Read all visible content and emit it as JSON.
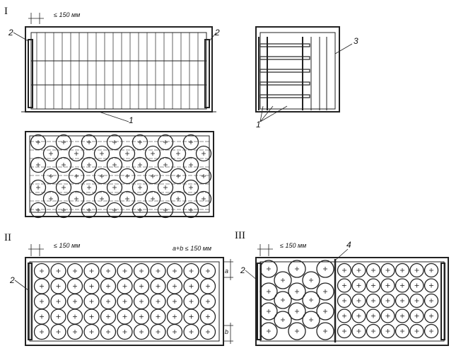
{
  "sections": {
    "s1": "I",
    "s2": "II",
    "s3": "III"
  },
  "dimensions": {
    "gap_limit": "≤ 150 мм",
    "sum_limit": "a+b ≤ 150 мм",
    "side_a": "a",
    "side_b": "b"
  },
  "callouts": {
    "side_blocking": "2",
    "bars": "1",
    "board": "3",
    "divider": "4"
  },
  "colors": {
    "line": "#222222",
    "paper": "#ffffff"
  }
}
